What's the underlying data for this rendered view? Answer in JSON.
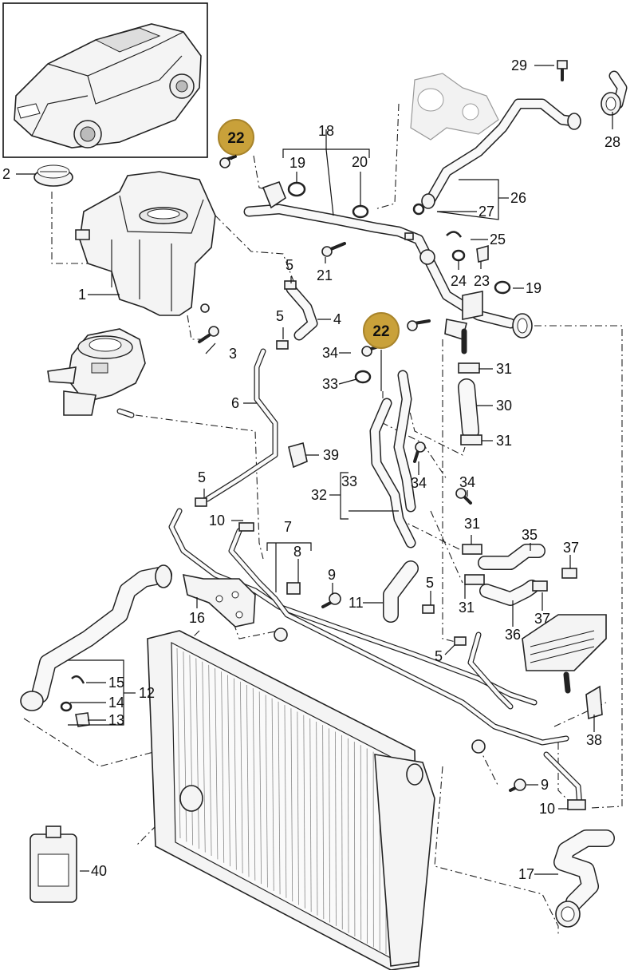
{
  "labels": {
    "p1": "1",
    "p2": "2",
    "p3": "3",
    "p4": "4",
    "p5a": "5",
    "p5b": "5",
    "p5c": "5",
    "p5d": "5",
    "p5e": "5",
    "p6": "6",
    "p7": "7",
    "p8": "8",
    "p9a": "9",
    "p9b": "9",
    "p10a": "10",
    "p10b": "10",
    "p11": "11",
    "p12": "12",
    "p13": "13",
    "p14": "14",
    "p15": "15",
    "p16": "16",
    "p17": "17",
    "p18": "18",
    "p19a": "19",
    "p19b": "19",
    "p20": "20",
    "p21": "21",
    "p22a": "22",
    "p22b": "22",
    "p23": "23",
    "p24": "24",
    "p25": "25",
    "p26": "26",
    "p27": "27",
    "p28": "28",
    "p29": "29",
    "p30": "30",
    "p31a": "31",
    "p31b": "31",
    "p31c": "31",
    "p31d": "31",
    "p32": "32",
    "p33a": "33",
    "p33b": "33",
    "p34a": "34",
    "p34b": "34",
    "p34c": "34",
    "p35": "35",
    "p36": "36",
    "p37a": "37",
    "p37b": "37",
    "p38": "38",
    "p39": "39",
    "p40": "40"
  },
  "colors": {
    "highlight_fill": "#c9a13a",
    "highlight_stroke": "#a8842b",
    "line": "#222222"
  }
}
